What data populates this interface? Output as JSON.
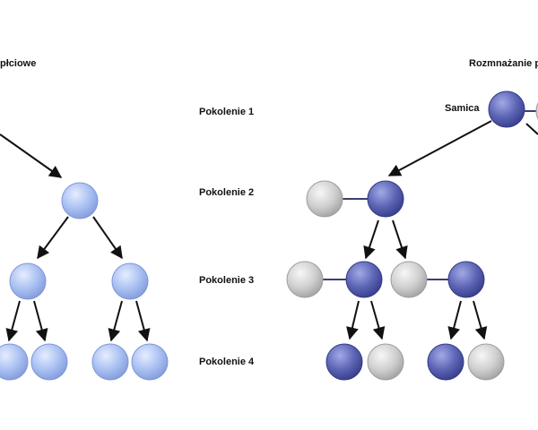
{
  "titles": {
    "left": "płciowe",
    "right": "Rozmnażanie p"
  },
  "generations": [
    "Pokolenie 1",
    "Pokolenie 2",
    "Pokolenie 3",
    "Pokolenie 4"
  ],
  "female_label": "Samica",
  "colors": {
    "asexual": "#a9c0f2",
    "female": "#5b64b4",
    "male": "#cfcfcf",
    "line": "#222222",
    "pair_line": "#3b3f6e"
  }
}
